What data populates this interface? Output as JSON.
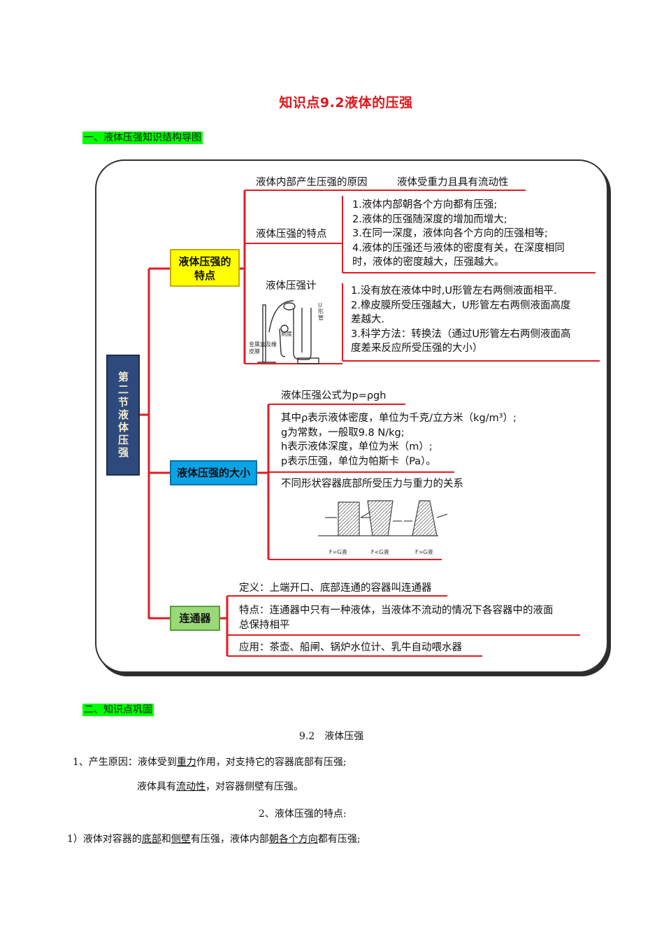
{
  "title": "知识点9.2液体的压强",
  "section1": "一、液体压强知识结构导图",
  "mindmap": {
    "root": "第二节液体压强",
    "branch1": {
      "label": "液体压强的特点",
      "cause_label": "液体内部产生压强的原因",
      "cause_value": "液体受重力且具有流动性",
      "features_label": "液体压强的特点",
      "features": [
        "1.液体内部朝各个方向都有压强;",
        "2.液体的压强随深度的增加而增大;",
        "3.在同一深度，液体向各个方向的压强相等;",
        "4.液体的压强还与液体的密度有关，在深度相同",
        "时，液体的密度越大，压强越大。"
      ],
      "gauge_label": "液体压强计",
      "gauge_notes": [
        "1.没有放在液体中时,U形管左右两侧液面相平.",
        "2.橡皮膜所受压强越大，U形管左右两侧液面高度",
        "差越大.",
        "3.科学方法：转换法（通过U形管左右两侧液面高",
        "度差来反应所受压强的大小）"
      ],
      "img_labels": {
        "u": "U形管",
        "scale": "刻度",
        "box": "金属盒及橡皮膜"
      }
    },
    "branch2": {
      "label": "液体压强的大小",
      "formula": "液体压强公式为p=ρgh",
      "explain": [
        "其中ρ表示液体密度，单位为千克/立方米（kg/m³）;",
        "g为常数，一般取9.8 N/kg;",
        "h表示液体深度，单位为米（m）;",
        "p表示压强，单位为帕斯卡（Pa）。"
      ],
      "shapes_label": "不同形状容器底部所受压力与重力的关系",
      "cases": [
        "F=G液",
        "F<G液",
        "F>G液"
      ]
    },
    "branch3": {
      "label": "连通器",
      "def": "定义：上端开口、底部连通的容器叫连通器",
      "feat": [
        "特点：连通器中只有一种液体，当液体不流动的情况下各容器中的液面",
        "总保持相平"
      ],
      "app": "应用：茶壶、船闸、锅炉水位计、乳牛自动喂水器"
    }
  },
  "section2": "二、知识点巩固",
  "sub_title": "9.2　液体压强",
  "p1": {
    "pre": "1、产生原因：液体受到",
    "u": "重力",
    "post": "作用，对支持它的容器底部有压强;"
  },
  "p2": {
    "pre": "液体具有",
    "u": "流动性",
    "post": "，对容器侧壁有压强。"
  },
  "p3": "2、液体压强的特点:",
  "p4": {
    "a": "1）液体对容器的",
    "u1": "底部",
    "b": "和",
    "u2": "侧壁",
    "c": "有压强，液体内部",
    "u3": "朝各个方向",
    "d": "都有压强;"
  },
  "colors": {
    "title": "#e0161b",
    "lines": "#e31b23",
    "highlight": "#00ff00"
  }
}
